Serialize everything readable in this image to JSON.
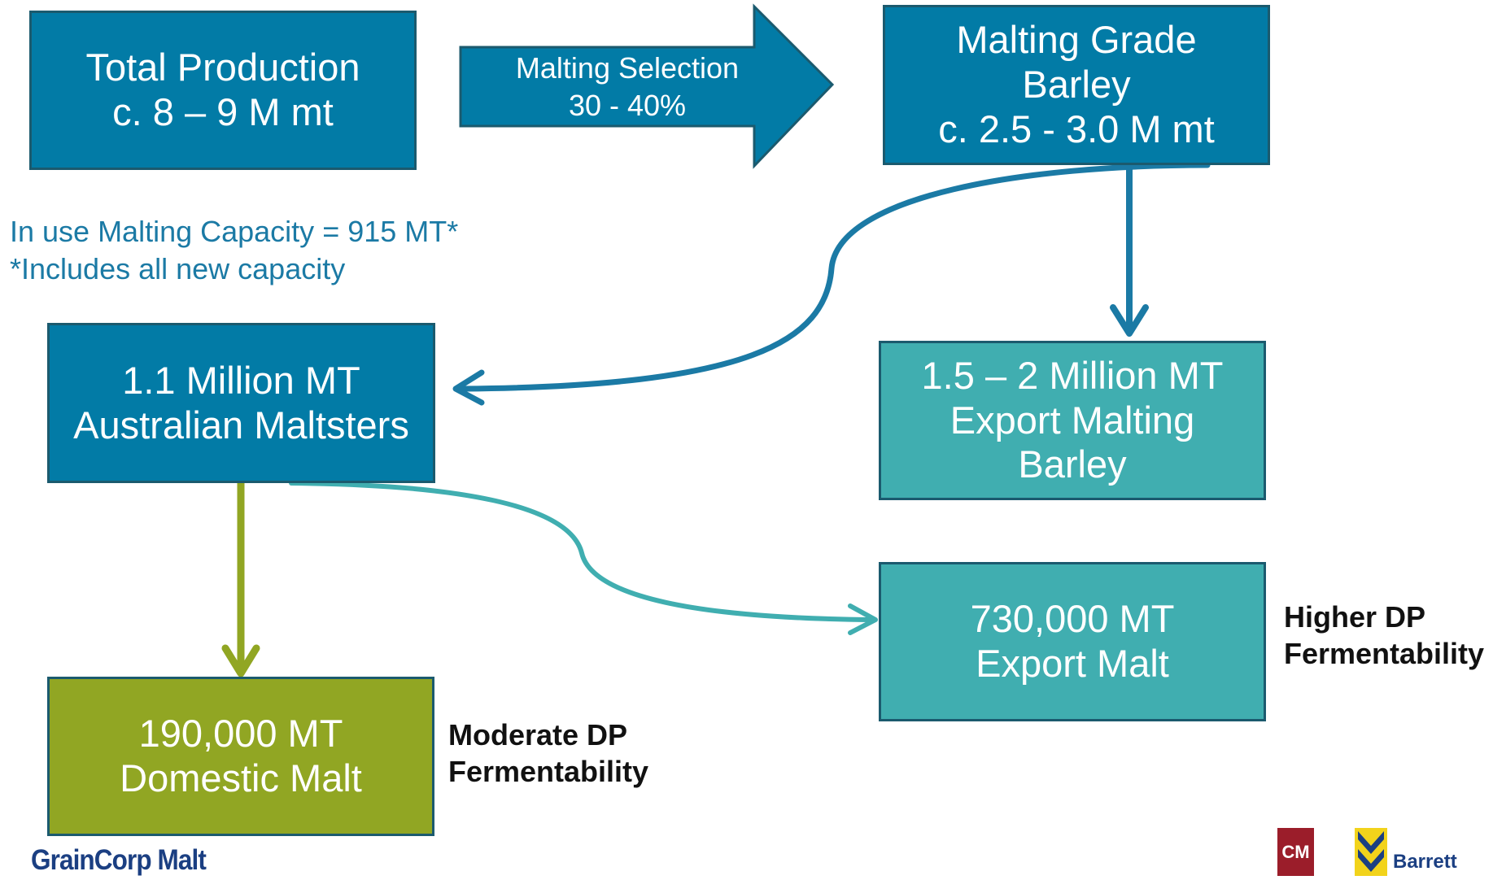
{
  "colors": {
    "dark_teal": "#027ba6",
    "light_teal": "#40aeb0",
    "olive": "#91a623",
    "border": "#1b5a6e",
    "note_text": "#1b7aa5"
  },
  "boxes": {
    "total_production": {
      "line1": "Total Production",
      "line2": "c. 8 – 9 M mt"
    },
    "malting_selection": {
      "line1": "Malting Selection",
      "line2": "30 - 40%"
    },
    "malting_grade": {
      "line1": "Malting Grade",
      "line2": "Barley",
      "line3": "c. 2.5 - 3.0 M mt"
    },
    "australian_maltsters": {
      "line1": "1.1 Million  MT",
      "line2": "Australian Maltsters"
    },
    "export_barley": {
      "line1": "1.5 – 2 Million MT",
      "line2": "Export Malting",
      "line3": "Barley"
    },
    "export_malt": {
      "line1": "730,000 MT",
      "line2": "Export Malt"
    },
    "domestic_malt": {
      "line1": "190,000 MT",
      "line2": "Domestic Malt"
    }
  },
  "capacity_note": {
    "line1": "In use Malting Capacity =  915 MT*",
    "line2": "*Includes all new capacity"
  },
  "labels": {
    "export_malt": {
      "line1": "Higher DP",
      "line2": "Fermentability"
    },
    "domestic_malt": {
      "line1": "Moderate DP",
      "line2": "Fermentability"
    }
  },
  "logos": {
    "graincorp": "GrainCorp Malt",
    "cm_logo": "CM",
    "barrett": "Barrett"
  }
}
